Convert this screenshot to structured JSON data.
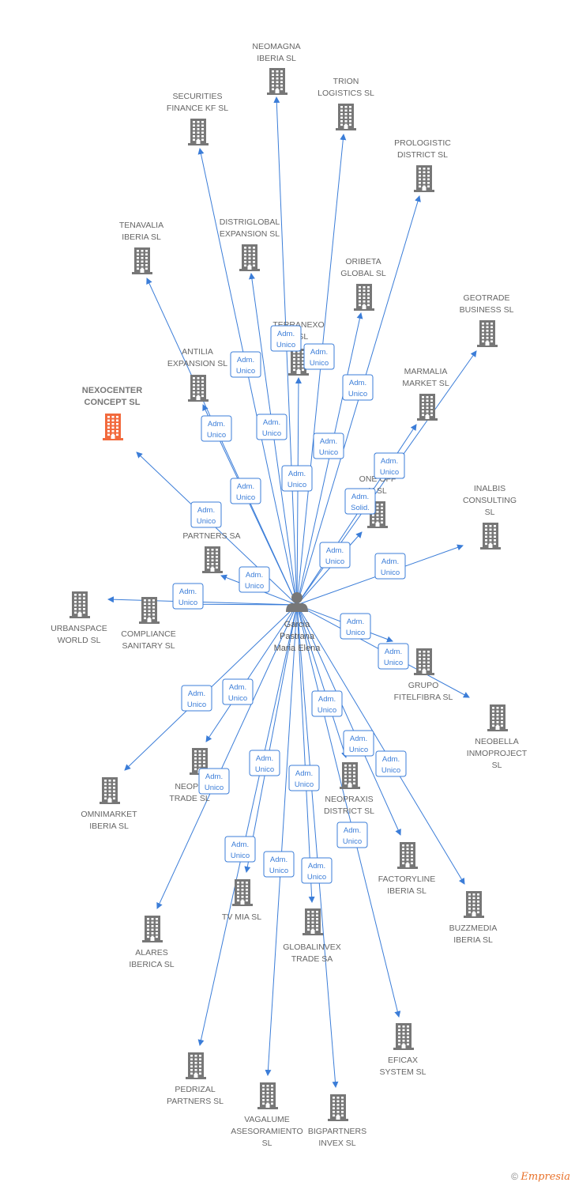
{
  "person": {
    "lines": [
      "Garcia",
      "Pastrana",
      "Maria Elena"
    ]
  },
  "colors": {
    "edge": "#3b7dd8",
    "building": "#777777",
    "highlight": "#f26a3d"
  },
  "companies": [
    {
      "id": "neomagna",
      "lines": [
        "NEOMAGNA",
        "IBERIA  SL"
      ]
    },
    {
      "id": "trion",
      "lines": [
        "TRION",
        "LOGISTICS  SL"
      ]
    },
    {
      "id": "securities",
      "lines": [
        "SECURITIES",
        "FINANCE KF  SL"
      ]
    },
    {
      "id": "prologistic",
      "lines": [
        "PROLOGISTIC",
        "DISTRICT  SL"
      ]
    },
    {
      "id": "distriglobal",
      "lines": [
        "DISTRIGLOBAL",
        "EXPANSION  SL"
      ]
    },
    {
      "id": "tenavalia",
      "lines": [
        "TENAVALIA",
        "IBERIA  SL"
      ]
    },
    {
      "id": "oribeta",
      "lines": [
        "ORIBETA",
        "GLOBAL  SL"
      ]
    },
    {
      "id": "geotrade",
      "lines": [
        "GEOTRADE",
        "BUSINESS  SL"
      ]
    },
    {
      "id": "terranexo",
      "lines": [
        "TERRANEXO",
        "M  SL"
      ]
    },
    {
      "id": "antilia",
      "lines": [
        "ANTILIA",
        "EXPANSION  SL"
      ]
    },
    {
      "id": "nexocenter",
      "lines": [
        "NEXOCENTER",
        "CONCEPT  SL"
      ],
      "highlight": true
    },
    {
      "id": "marmalia",
      "lines": [
        "MARMALIA",
        "MARKET  SL"
      ]
    },
    {
      "id": "oneoff",
      "lines": [
        "ONE OFF",
        "N  SL"
      ]
    },
    {
      "id": "inalbis",
      "lines": [
        "INALBIS",
        "CONSULTING",
        "SL"
      ]
    },
    {
      "id": "xpartners",
      "lines": [
        "X",
        "PARTNERS SA"
      ]
    },
    {
      "id": "urbanspace",
      "lines": [
        "URBANSPACE",
        "WORLD  SL"
      ]
    },
    {
      "id": "compliance",
      "lines": [
        "COMPLIANCE",
        "SANITARY  SL"
      ]
    },
    {
      "id": "grupo",
      "lines": [
        "GRUPO",
        "FITELFIBRA  SL"
      ]
    },
    {
      "id": "neobella",
      "lines": [
        "NEOBELLA",
        "INMOPROJECT",
        "SL"
      ]
    },
    {
      "id": "omnimarket",
      "lines": [
        "OMNIMARKET",
        "IBERIA  SL"
      ]
    },
    {
      "id": "neoprtrade",
      "lines": [
        "NEOPR",
        "TRADE  SL"
      ]
    },
    {
      "id": "neopraxis",
      "lines": [
        "NEOPRAXIS",
        "DISTRICT  SL"
      ]
    },
    {
      "id": "factoryline",
      "lines": [
        "FACTORYLINE",
        "IBERIA  SL"
      ]
    },
    {
      "id": "buzzmedia",
      "lines": [
        "BUZZMEDIA",
        "IBERIA  SL"
      ]
    },
    {
      "id": "tvmia",
      "lines": [
        "TV MIA  SL"
      ]
    },
    {
      "id": "alares",
      "lines": [
        "ALARES",
        "IBERICA  SL"
      ]
    },
    {
      "id": "globalinvex",
      "lines": [
        "GLOBALINVEX",
        "TRADE SA"
      ]
    },
    {
      "id": "eficax",
      "lines": [
        "EFICAX",
        "SYSTEM SL"
      ]
    },
    {
      "id": "pedrizal",
      "lines": [
        "PEDRIZAL",
        "PARTNERS  SL"
      ]
    },
    {
      "id": "vagalume",
      "lines": [
        "VAGALUME",
        "ASESORAMIENTO",
        "SL"
      ]
    },
    {
      "id": "bigpartners",
      "lines": [
        "BIGPARTNERS",
        "INVEX  SL"
      ]
    }
  ],
  "edges": [
    {
      "to": "neomagna",
      "label": [
        "Adm.",
        "Unico"
      ]
    },
    {
      "to": "trion",
      "label": [
        "Adm.",
        "Unico"
      ]
    },
    {
      "to": "securities",
      "label": [
        "Adm.",
        "Unico"
      ]
    },
    {
      "to": "prologistic",
      "label": [
        "Adm.",
        "Unico"
      ]
    },
    {
      "to": "distriglobal",
      "label": [
        "Adm.",
        "Unico"
      ]
    },
    {
      "to": "tenavalia",
      "label": [
        "Adm.",
        "Unico"
      ]
    },
    {
      "to": "oribeta",
      "label": [
        "Adm.",
        "Unico"
      ]
    },
    {
      "to": "geotrade",
      "label": [
        "Adm.",
        "Unico"
      ]
    },
    {
      "to": "terranexo",
      "label": [
        "Adm.",
        "Unico"
      ]
    },
    {
      "to": "antilia",
      "label": [
        "Adm.",
        "Unico"
      ]
    },
    {
      "to": "nexocenter",
      "label": [
        "Adm.",
        "Unico"
      ]
    },
    {
      "to": "marmalia",
      "label": [
        "Adm.",
        "Unico"
      ]
    },
    {
      "to": "oneoff",
      "label": [
        "Adm.",
        "Solid."
      ]
    },
    {
      "to": "inalbis",
      "label": [
        "Adm.",
        "Unico"
      ]
    },
    {
      "to": "xpartners",
      "label": [
        "Adm.",
        "Unico"
      ]
    },
    {
      "to": "urbanspace",
      "label": [
        "Adm.",
        "Unico"
      ]
    },
    {
      "to": "compliance",
      "label": [
        "Adm.",
        "Unico"
      ]
    },
    {
      "to": "grupo",
      "label": [
        "Adm.",
        "Unico"
      ]
    },
    {
      "to": "neobella",
      "label": [
        "Adm.",
        "Unico"
      ]
    },
    {
      "to": "omnimarket",
      "label": [
        "Adm.",
        "Unico"
      ]
    },
    {
      "to": "neoprtrade",
      "label": [
        "Adm.",
        "Unico"
      ]
    },
    {
      "to": "neopraxis",
      "label": [
        "Adm.",
        "Unico"
      ]
    },
    {
      "to": "factoryline",
      "label": [
        "Adm.",
        "Unico"
      ]
    },
    {
      "to": "buzzmedia",
      "label": [
        "Adm.",
        "Unico"
      ]
    },
    {
      "to": "tvmia",
      "label": [
        "Adm.",
        "Unico"
      ]
    },
    {
      "to": "alares",
      "label": [
        "Adm.",
        "Unico"
      ]
    },
    {
      "to": "globalinvex",
      "label": [
        "Adm.",
        "Unico"
      ]
    },
    {
      "to": "eficax",
      "label": [
        "Adm.",
        "Unico"
      ]
    },
    {
      "to": "pedrizal",
      "label": [
        "Adm.",
        "Unico"
      ]
    },
    {
      "to": "vagalume",
      "label": [
        "Adm.",
        "Unico"
      ]
    },
    {
      "to": "bigpartners",
      "label": [
        "Adm.",
        "Unico"
      ]
    }
  ],
  "footer": {
    "copyright": "©",
    "brand": "Empresia"
  }
}
